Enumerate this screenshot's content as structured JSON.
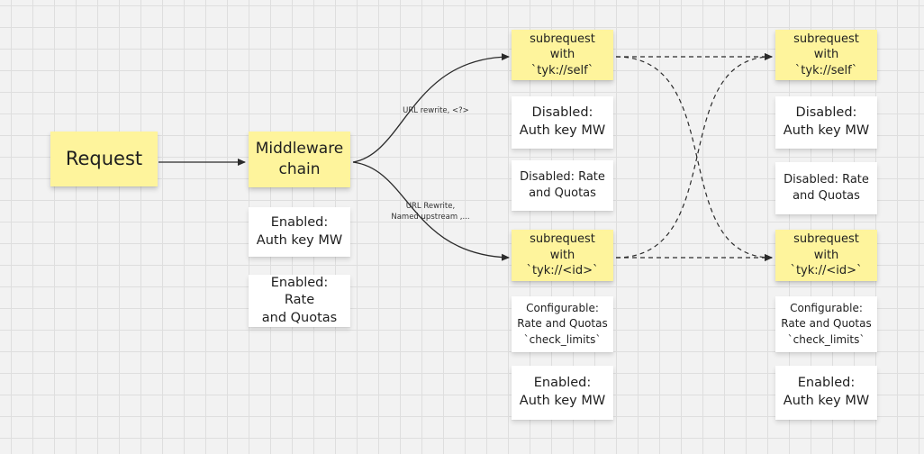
{
  "colors": {
    "note_yellow": "#fef49c",
    "note_white": "#ffffff",
    "arrow": "#2b2b2b"
  },
  "nodes": {
    "request": "Request",
    "middleware": "Middleware\nchain",
    "mw_auth": "Enabled:\nAuth key MW",
    "mw_rate": "Enabled: Rate\nand Quotas",
    "mid_self": "subrequest with\n`tyk://self`",
    "mid_self_auth": "Disabled:\nAuth key MW",
    "mid_self_rate": "Disabled: Rate\nand Quotas",
    "mid_id": "subrequest with\n`tyk://<id>`",
    "mid_id_config": "Configurable:\nRate and Quotas\n`check_limits`",
    "mid_id_auth": "Enabled:\nAuth key MW",
    "right_self": "subrequest with\n`tyk://self`",
    "right_self_auth": "Disabled:\nAuth key MW",
    "right_self_rate": "Disabled: Rate\nand Quotas",
    "right_id": "subrequest with\n`tyk://<id>`",
    "right_id_config": "Configurable:\nRate and Quotas\n`check_limits`",
    "right_id_auth": "Enabled:\nAuth key MW"
  },
  "edge_labels": {
    "url_rewrite": "URL rewrite, <?>",
    "url_rewrite_named_1": "URL Rewrite,",
    "url_rewrite_named_2": "Named upstream ,..."
  }
}
